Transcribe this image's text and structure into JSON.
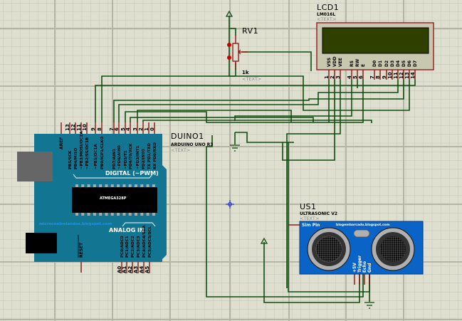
{
  "canvas": {
    "background": "#dfdfd0",
    "grid_minor": "#c3c3b3",
    "grid_major": "#b5b5a5",
    "wire_color": "#0f4d0f",
    "pin_color": "#8b1010"
  },
  "lcd": {
    "ref": "LCD1",
    "part": "LM016L",
    "text": "<TEXT>",
    "pins": [
      {
        "num": "1",
        "name": "VSS"
      },
      {
        "num": "2",
        "name": "VDD"
      },
      {
        "num": "3",
        "name": "VEE"
      },
      {
        "num": "4",
        "name": "RS"
      },
      {
        "num": "5",
        "name": "RW"
      },
      {
        "num": "6",
        "name": "E"
      },
      {
        "num": "7",
        "name": "D0"
      },
      {
        "num": "8",
        "name": "D1"
      },
      {
        "num": "9",
        "name": "D2"
      },
      {
        "num": "10",
        "name": "D3"
      },
      {
        "num": "11",
        "name": "D4"
      },
      {
        "num": "12",
        "name": "D5"
      },
      {
        "num": "13",
        "name": "D6"
      },
      {
        "num": "14",
        "name": "D7"
      }
    ],
    "screen_color": "#2f3f00",
    "body_color": "#c8c8b0"
  },
  "pot": {
    "ref": "RV1",
    "value": "1k",
    "text": "<TEXT>"
  },
  "arduino": {
    "ref": "DUINO1",
    "part": "ARDUINO UNO R3",
    "text": "<TEXT>",
    "board_color": "#127591",
    "digital_label": "DIGITAL (~PWM)",
    "analog_label": "ANALOG IN",
    "chip_label": "ATMEGA328P",
    "url_label": "microcontrolandos.blogspot.com",
    "reset_label": "RESET",
    "aref_label": "AREF",
    "digital_pins": [
      {
        "num": "13",
        "name": "PB5/SCK"
      },
      {
        "num": "12",
        "name": "PB4/MISO"
      },
      {
        "num": "11",
        "name": "~PB3/MOSI/OC2A"
      },
      {
        "num": "10",
        "name": "~PB2/SS/OC1B"
      },
      {
        "num": "9",
        "name": "~PB1/OC1A"
      },
      {
        "num": "8",
        "name": "PB0/ICP1/CLKO"
      },
      {
        "num": "7",
        "name": "PD7/AIN1"
      },
      {
        "num": "6",
        "name": "~PD6/AIN0"
      },
      {
        "num": "5",
        "name": "~PD5/T1"
      },
      {
        "num": "4",
        "name": "PD4/T0/XCK"
      },
      {
        "num": "3",
        "name": "~PD3/INT1"
      },
      {
        "num": "2",
        "name": "PD2/INT0"
      },
      {
        "num": "1",
        "name": "TX PD1/TXD"
      },
      {
        "num": "0",
        "name": "RX PD0/RXD"
      }
    ],
    "analog_pins": [
      {
        "num": "A0",
        "name": "PC0/ADC0"
      },
      {
        "num": "A1",
        "name": "PC1/ADC1"
      },
      {
        "num": "A2",
        "name": "PC2/ADC2"
      },
      {
        "num": "A3",
        "name": "PC3/ADC3"
      },
      {
        "num": "A4",
        "name": "PC4/ADC4/SDA"
      },
      {
        "num": "A5",
        "name": "PC5/ADC5/SCL"
      }
    ]
  },
  "ultrasonic": {
    "ref": "US1",
    "part": "ULTRASONIC V2",
    "text": "<TEXT>",
    "board_color": "#0a64c8",
    "sim_pin": "Sim Pin",
    "url_label": "blogembarcado.blogspot.com",
    "pins": [
      "+5V",
      "Trigger",
      "Echo",
      "Gnd"
    ]
  }
}
